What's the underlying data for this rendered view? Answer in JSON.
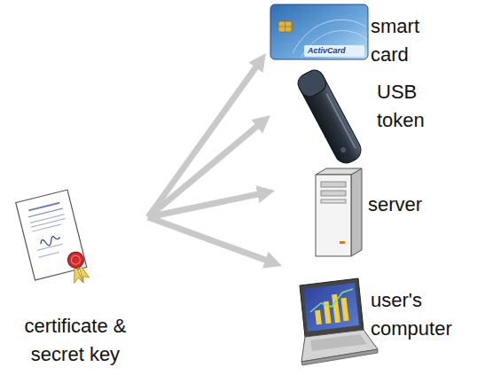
{
  "diagram": {
    "nodes": [
      {
        "text": [
          "certificate & secret key"
        ]
      },
      {
        "text": [
          "smart card"
        ]
      },
      {
        "text": [
          "USB token"
        ]
      },
      {
        "text": [
          "server"
        ]
      },
      {
        "text": [
          "user's computer"
        ]
      }
    ],
    "edges": [
      {
        "from": 0,
        "to": 1,
        "arrow": "to"
      },
      {
        "from": 0,
        "to": 2,
        "arrow": "to"
      },
      {
        "from": 0,
        "to": 3,
        "arrow": "to"
      },
      {
        "from": 0,
        "to": 4,
        "arrow": "to"
      }
    ],
    "labels": [
      "ActivCard"
    ]
  }
}
